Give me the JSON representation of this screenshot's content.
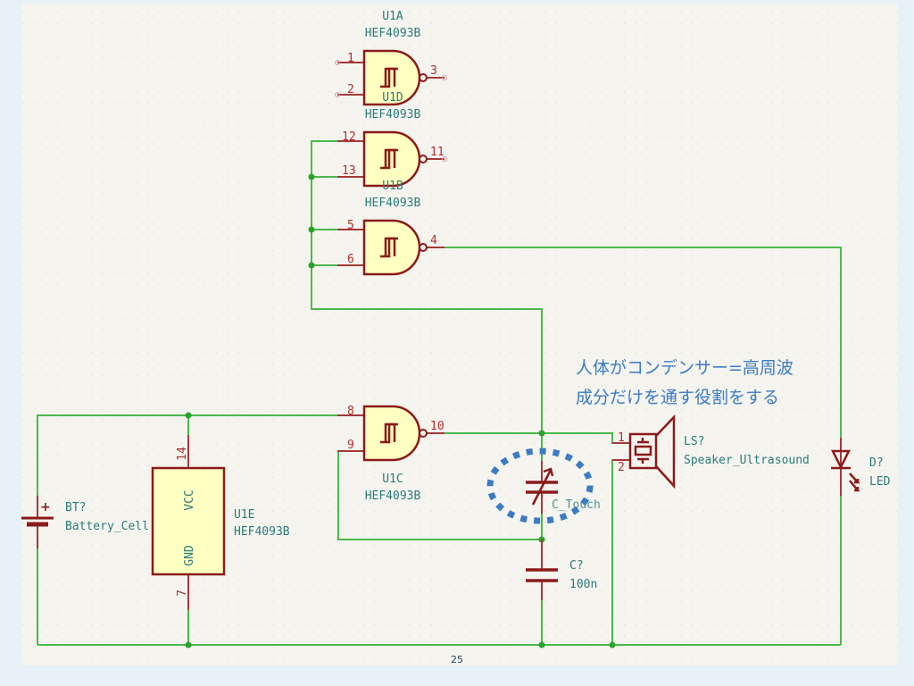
{
  "page_number": "25",
  "colors": {
    "wire": "#4cb84c",
    "symbol": "#8b1a1a",
    "symbol_fill": "#ffffc2",
    "reference_text": "#2a7b7b",
    "pin_number": "#b03030",
    "note": "#3c7bc4",
    "highlight": "#3c7bc4",
    "canvas": "#f5f4ef"
  },
  "note": {
    "line1": "人体がコンデンサー=高周波",
    "line2": "成分だけを通す役割をする"
  },
  "gates": [
    {
      "ref": "U1A",
      "value": "HEF4093B",
      "pins": [
        "1",
        "2",
        "3"
      ]
    },
    {
      "ref": "U1D",
      "value": "HEF4093B",
      "pins": [
        "12",
        "13",
        "11"
      ]
    },
    {
      "ref": "U1B",
      "value": "HEF4093B",
      "pins": [
        "5",
        "6",
        "4"
      ]
    },
    {
      "ref": "U1C",
      "value": "HEF4093B",
      "pins": [
        "8",
        "9",
        "10"
      ]
    }
  ],
  "power_unit": {
    "ref": "U1E",
    "value": "HEF4093B",
    "vcc_label": "VCC",
    "gnd_label": "GND",
    "vcc_pin": "14",
    "gnd_pin": "7"
  },
  "battery": {
    "ref": "BT?",
    "value": "Battery_Cell",
    "plus": "+"
  },
  "c_touch": {
    "value": "C_Touch"
  },
  "capacitor": {
    "ref": "C?",
    "value": "100n"
  },
  "speaker": {
    "ref": "LS?",
    "value": "Speaker_Ultrasound",
    "pins": [
      "1",
      "2"
    ]
  },
  "led": {
    "ref": "D?",
    "value": "LED"
  }
}
